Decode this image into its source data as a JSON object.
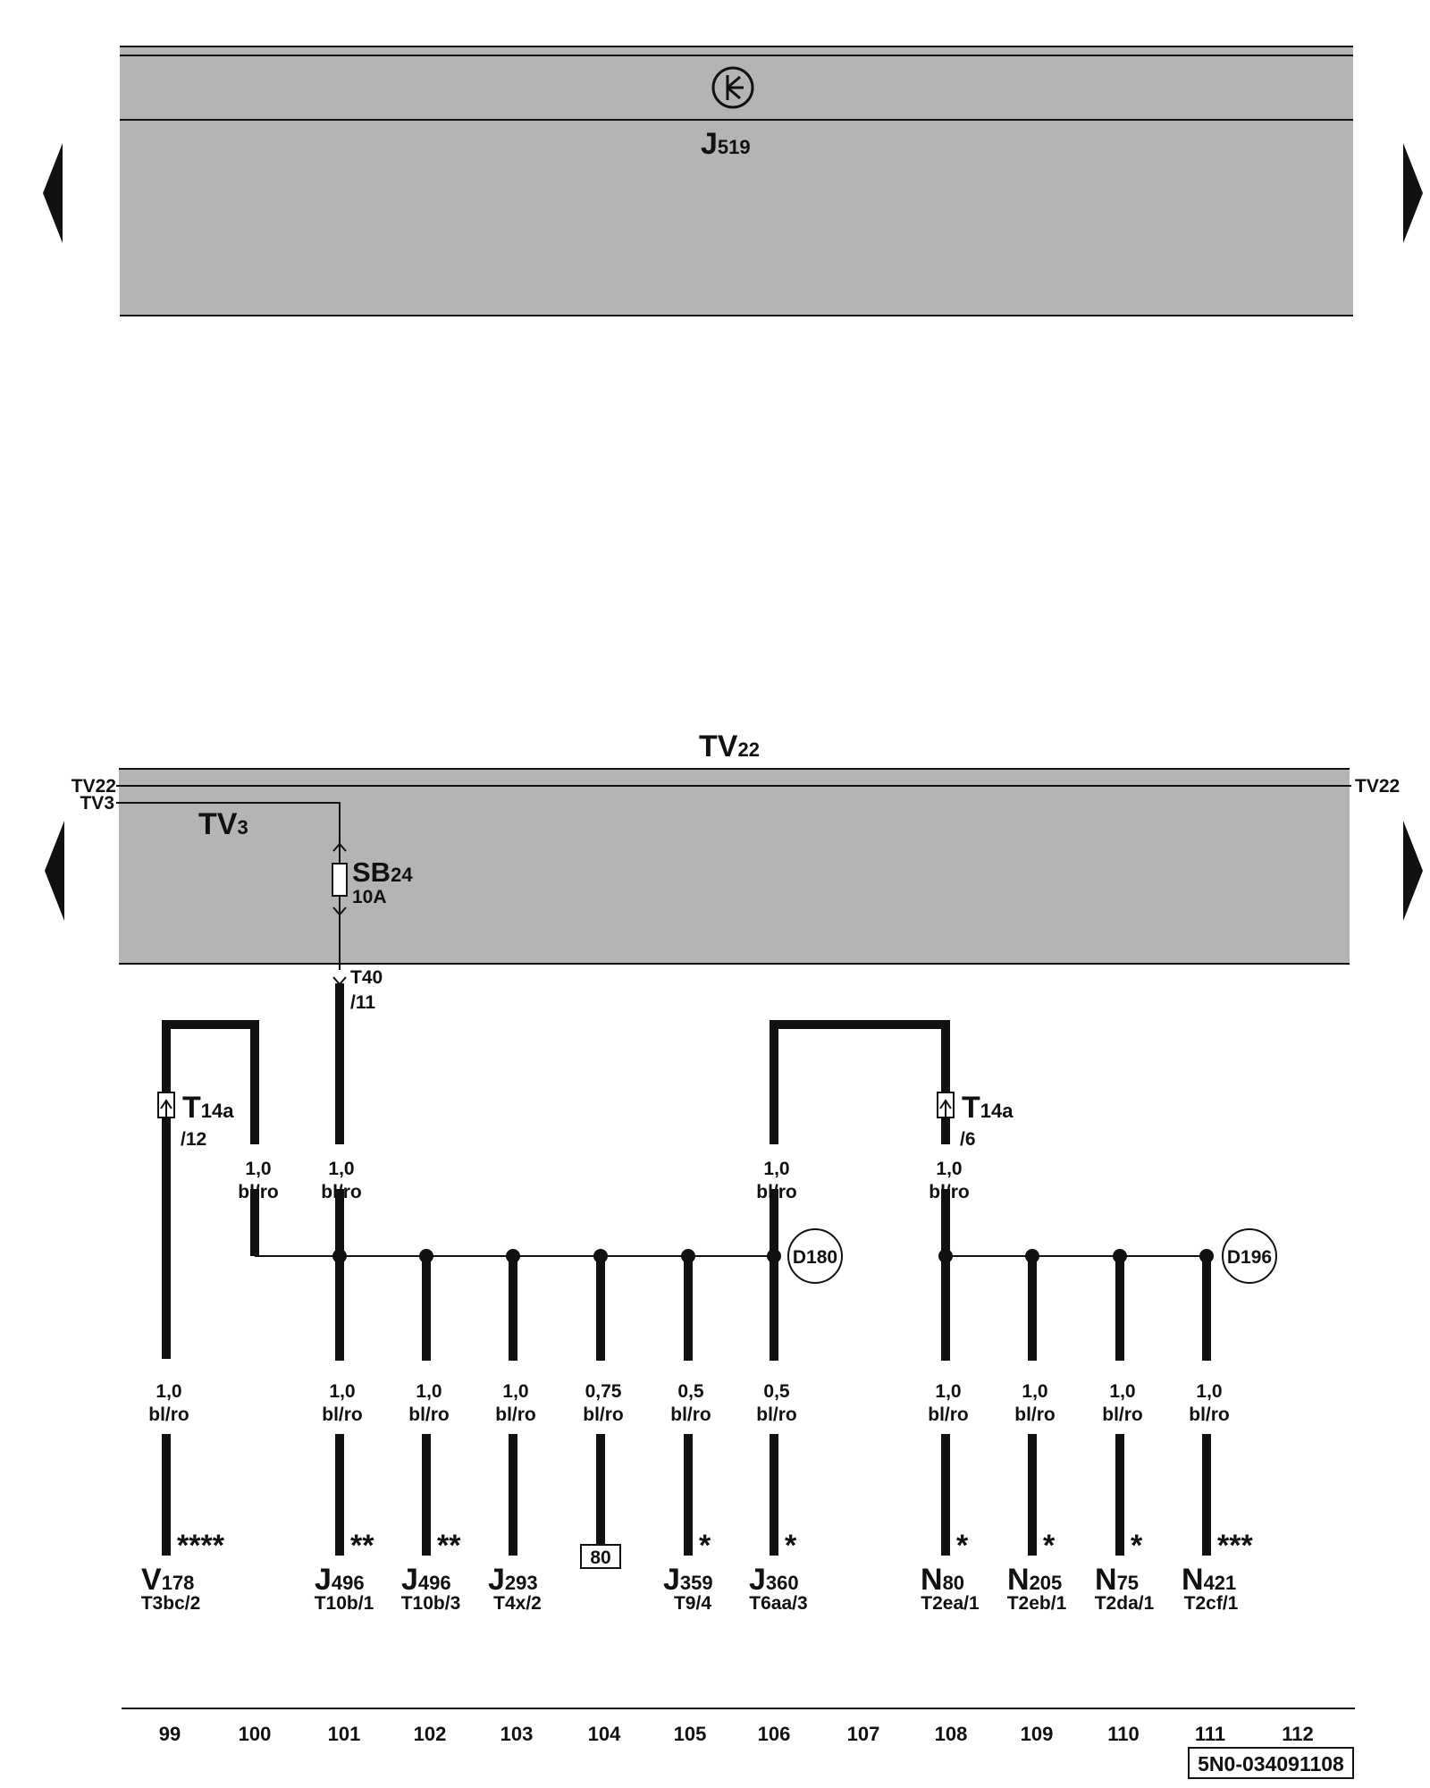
{
  "top_panel": {
    "unit_main": "J",
    "unit_sub": "519",
    "unit_icon": "ground-star-icon"
  },
  "bottom_panel": {
    "title_main": "TV",
    "title_sub": "22",
    "bus_tv22_left": "TV22",
    "bus_tv22_right": "TV22",
    "bus_tv3_left": "TV3",
    "tv3_main": "TV",
    "tv3_sub": "3",
    "fuse_main": "SB",
    "fuse_sub": "24",
    "fuse_rating": "10A",
    "connector_top": "T40",
    "connector_bottom": "/11"
  },
  "connectors": {
    "t14a_left_main": "T",
    "t14a_left_sub": "14a",
    "t14a_left_pin": "/12",
    "t14a_right_main": "T",
    "t14a_right_sub": "14a",
    "t14a_right_pin": "/6"
  },
  "upper_wires": [
    {
      "size": "1,0",
      "color": "bl/ro"
    },
    {
      "size": "1,0",
      "color": "bl/ro"
    },
    {
      "size": "1,0",
      "color": "bl/ro"
    },
    {
      "size": "1,0",
      "color": "bl/ro"
    }
  ],
  "ground_points": [
    "D180",
    "D196"
  ],
  "branches": [
    {
      "size": "1,0",
      "color": "bl/ro",
      "note": "****",
      "main": "V",
      "sub": "178",
      "pin": "T3bc/2"
    },
    {
      "size": "1,0",
      "color": "bl/ro",
      "note": "**",
      "main": "J",
      "sub": "496",
      "pin": "T10b/1"
    },
    {
      "size": "1,0",
      "color": "bl/ro",
      "note": "**",
      "main": "J",
      "sub": "496",
      "pin": "T10b/3"
    },
    {
      "size": "1,0",
      "color": "bl/ro",
      "note": "",
      "main": "J",
      "sub": "293",
      "pin": "T4x/2"
    },
    {
      "size": "0,75",
      "color": "bl/ro",
      "note": "",
      "box": "80"
    },
    {
      "size": "0,5",
      "color": "bl/ro",
      "note": "*",
      "main": "J",
      "sub": "359",
      "pin": "T9/4"
    },
    {
      "size": "0,5",
      "color": "bl/ro",
      "note": "*",
      "main": "J",
      "sub": "360",
      "pin": "T6aa/3"
    },
    {
      "size": "1,0",
      "color": "bl/ro",
      "note": "*",
      "main": "N",
      "sub": "80",
      "pin": "T2ea/1"
    },
    {
      "size": "1,0",
      "color": "bl/ro",
      "note": "*",
      "main": "N",
      "sub": "205",
      "pin": "T2eb/1"
    },
    {
      "size": "1,0",
      "color": "bl/ro",
      "note": "*",
      "main": "N",
      "sub": "75",
      "pin": "T2da/1"
    },
    {
      "size": "1,0",
      "color": "bl/ro",
      "note": "***",
      "main": "N",
      "sub": "421",
      "pin": "T2cf/1"
    }
  ],
  "columns": [
    "99",
    "100",
    "101",
    "102",
    "103",
    "104",
    "105",
    "106",
    "107",
    "108",
    "109",
    "110",
    "111",
    "112"
  ],
  "doc_id": "5N0-034091108",
  "colors": {
    "panel": "#b4b4b4",
    "line": "#111111",
    "background": "#ffffff"
  }
}
